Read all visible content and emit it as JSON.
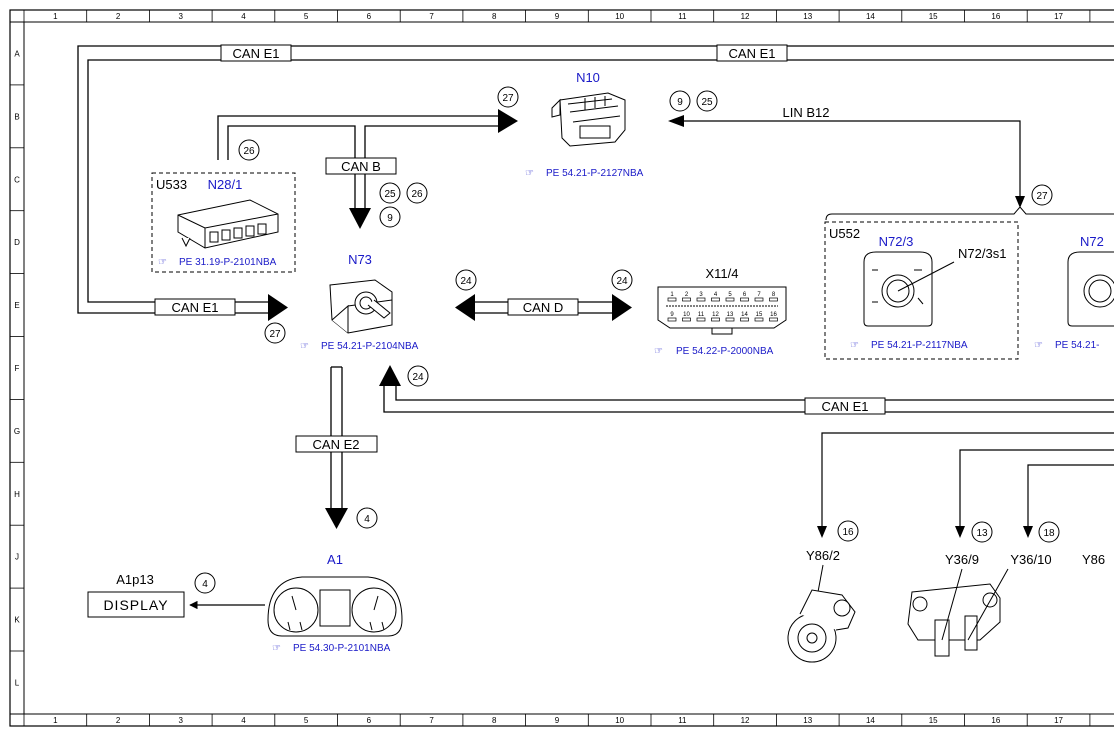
{
  "grid": {
    "columns": [
      "1",
      "2",
      "3",
      "4",
      "5",
      "6",
      "7",
      "8",
      "9",
      "10",
      "11",
      "12",
      "13",
      "14",
      "15",
      "16",
      "17"
    ],
    "rows": [
      "A",
      "B",
      "C",
      "D",
      "E",
      "F",
      "G",
      "H",
      "J",
      "K",
      "L"
    ]
  },
  "buses": {
    "can_e1": "CAN E1",
    "can_b": "CAN B",
    "can_d": "CAN D",
    "can_e2": "CAN E2",
    "lin_b12": "LIN B12"
  },
  "components": {
    "n10": {
      "name": "N10",
      "ref": "PE 54.21-P-2127NBA"
    },
    "n28_1": {
      "group": "U533",
      "name": "N28/1",
      "ref": "PE 31.19-P-2101NBA"
    },
    "n73": {
      "name": "N73",
      "ref": "PE 54.21-P-2104NBA"
    },
    "x11_4": {
      "name": "X11/4",
      "ref": "PE 54.22-P-2000NBA",
      "pins_top": [
        "1",
        "2",
        "3",
        "4",
        "5",
        "6",
        "7",
        "8"
      ],
      "pins_bottom": [
        "9",
        "10",
        "11",
        "12",
        "13",
        "14",
        "15",
        "16"
      ]
    },
    "n72_3": {
      "group": "U552",
      "name": "N72/3",
      "switch": "N72/3s1",
      "ref": "PE 54.21-P-2117NBA"
    },
    "n72_right": {
      "name": "N72",
      "ref": "PE 54.21-"
    },
    "a1": {
      "name": "A1",
      "ref": "PE 54.30-P-2101NBA"
    },
    "a1p13": {
      "name": "A1p13",
      "display": "DISPLAY"
    },
    "y86_2": {
      "name": "Y86/2"
    },
    "y36_9": {
      "name": "Y36/9"
    },
    "y36_10": {
      "name": "Y36/10"
    },
    "y86_right": {
      "name": "Y86"
    }
  },
  "callouts": {
    "c27_n10": "27",
    "c9_n10": "9",
    "c25_n10": "25",
    "c26_u533": "26",
    "c25_n73": "25",
    "c26_n73": "26",
    "c9_n73": "9",
    "c27_u552": "27",
    "c24_left": "24",
    "c24_right": "24",
    "c27_n73": "27",
    "c24_lower": "24",
    "c4_a1": "4",
    "c4_disp": "4",
    "c16": "16",
    "c13": "13",
    "c18": "18"
  },
  "colors": {
    "line": "#000000",
    "link_text": "#1a1ac8"
  }
}
